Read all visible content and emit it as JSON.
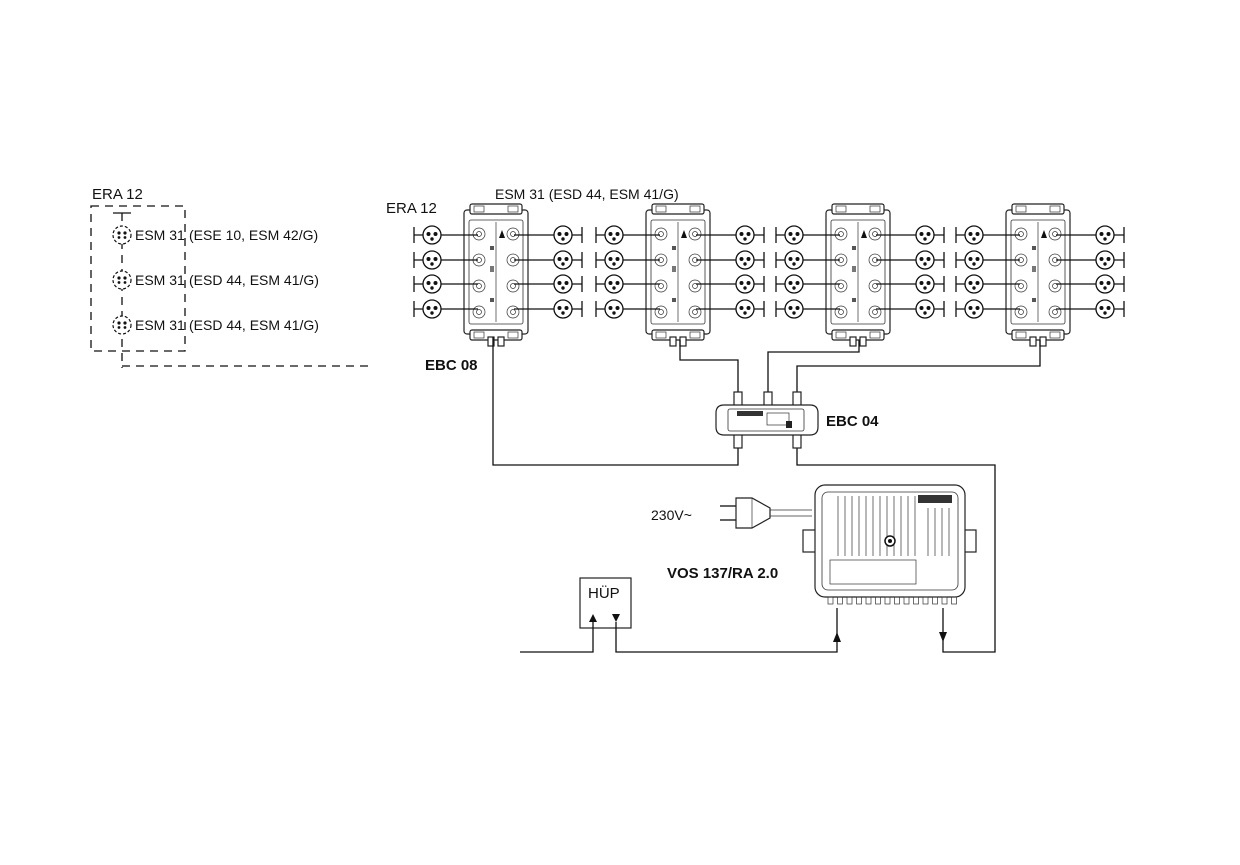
{
  "diagram": {
    "era12_left_label": "ERA 12",
    "era12_right_label": "ERA 12",
    "legend": [
      {
        "module": "ESM 31",
        "alt": "(ESE 10, ESM 42/G)"
      },
      {
        "module": "ESM 31",
        "alt": "(ESD 44, ESM 41/G)"
      },
      {
        "module": "ESM 31",
        "alt": "(ESD 44, ESM 41/G)"
      }
    ],
    "esm_top_label": "ESM 31 (ESD 44, ESM 41/G)",
    "ebc08_label": "EBC 08",
    "ebc04_label": "EBC 04",
    "voltage_label": "230V~",
    "amplifier_label": "VOS 137/RA 2.0",
    "hup_label": "HÜP"
  }
}
